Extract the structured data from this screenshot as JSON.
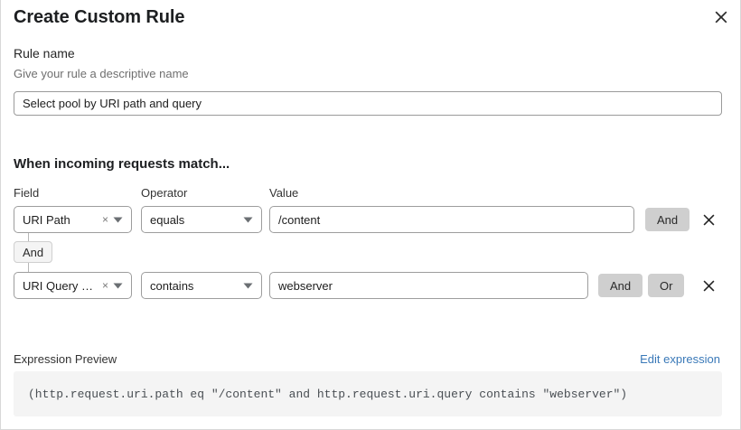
{
  "header": {
    "title": "Create Custom Rule",
    "close_icon": "close-icon"
  },
  "rule_name": {
    "label": "Rule name",
    "help": "Give your rule a descriptive name",
    "value": "Select pool by URI path and query",
    "placeholder": ""
  },
  "conditions": {
    "heading": "When incoming requests match...",
    "columns": {
      "field": "Field",
      "operator": "Operator",
      "value": "Value"
    },
    "connector": "And",
    "rows": [
      {
        "field": "URI Path",
        "operator": "equals",
        "value": "/content",
        "clear_icon": "clear-icon",
        "caret_icon": "chevron-down-icon",
        "delete_icon": "close-icon",
        "buttons": [
          "And"
        ]
      },
      {
        "field": "URI Query St...",
        "operator": "contains",
        "value": "webserver",
        "clear_icon": "clear-icon",
        "caret_icon": "chevron-down-icon",
        "delete_icon": "close-icon",
        "buttons": [
          "And",
          "Or"
        ]
      }
    ]
  },
  "expression": {
    "label": "Expression Preview",
    "edit_link": "Edit expression",
    "code": "(http.request.uri.path eq \"/content\" and http.request.uri.query contains \"webserver\")"
  },
  "colors": {
    "link": "#3a79b8",
    "pill_bg": "#cfcfcf",
    "preview_bg": "#f4f4f4",
    "border": "#9d9d9d"
  }
}
